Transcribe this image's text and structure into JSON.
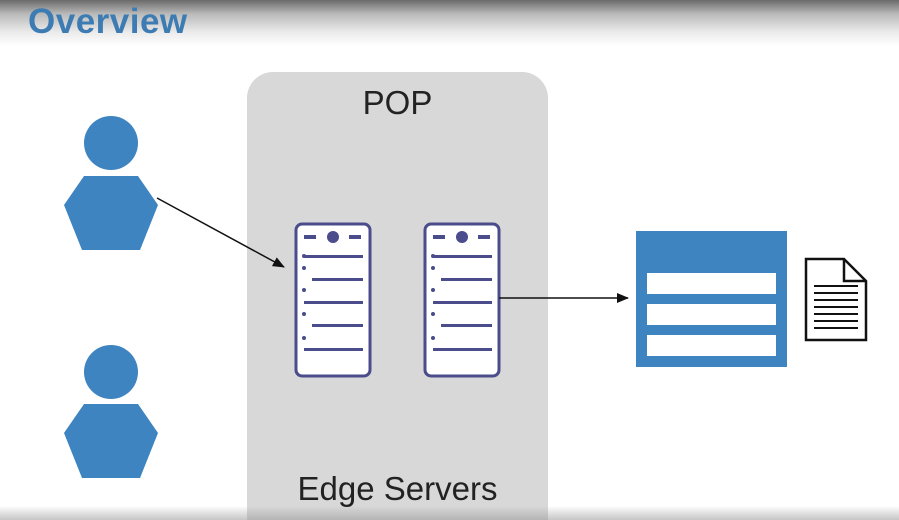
{
  "title": "Overview",
  "pop": {
    "label": "POP",
    "footer_label": "Edge Servers"
  },
  "icons": {
    "users": [
      "user-icon",
      "user-icon"
    ],
    "servers": [
      "server-icon",
      "server-icon"
    ],
    "origin": "database-table-icon",
    "file": "document-icon"
  },
  "colors": {
    "title": "#3d7cb3",
    "user": "#3d84c1",
    "pop_background": "#d8d8d8",
    "server_stroke": "#4a4c8c",
    "origin": "#3d84c1",
    "arrow": "#111111"
  }
}
